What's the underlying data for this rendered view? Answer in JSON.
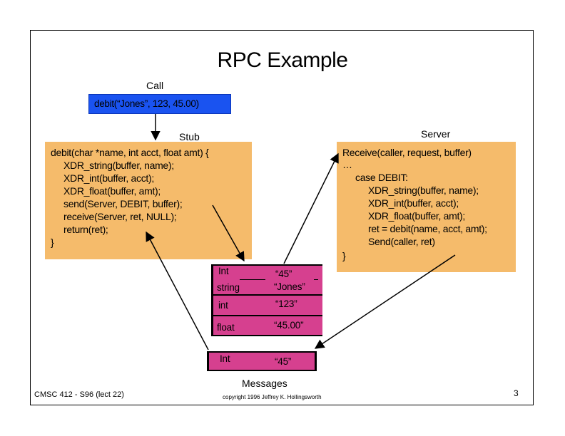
{
  "slide": {
    "title": "RPC Example",
    "footer_left": "CMSC 412 - S96  (lect 22)",
    "footer_center": "copyright 1996 Jeffrey K. Hollingsworth",
    "page_number": "3"
  },
  "labels": {
    "call": "Call",
    "stub": "Stub",
    "server": "Server",
    "messages": "Messages"
  },
  "call_box": {
    "text": "debit(“Jones”, 123, 45.00)"
  },
  "stub_code": [
    "debit(char *name, int acct, float amt) {",
    "XDR_string(buffer, name);",
    "XDR_int(buffer, acct);",
    "XDR_float(buffer, amt);",
    "send(Server, DEBIT, buffer);",
    "receive(Server, ret, NULL);",
    "return(ret);",
    "}"
  ],
  "server_code": [
    "Receive(caller, request, buffer)",
    "…",
    "case DEBIT:",
    "XDR_string(buffer, name);",
    "XDR_int(buffer, acct);",
    "XDR_float(buffer, amt);",
    "ret = debit(name, acct, amt);",
    "Send(caller, ret)",
    "}"
  ],
  "request_message": {
    "rows": [
      {
        "type": "Int",
        "value": "“45”"
      },
      {
        "type": "string",
        "value": "“Jones”"
      },
      {
        "type": "int",
        "value": "“123”"
      },
      {
        "type": "float",
        "value": "“45.00”"
      }
    ]
  },
  "reply_message": {
    "type": "Int",
    "value": "“45”"
  },
  "colors": {
    "call_box": "#1a53f0",
    "code_box": "#f5bb6b",
    "message": "#d6408f"
  }
}
